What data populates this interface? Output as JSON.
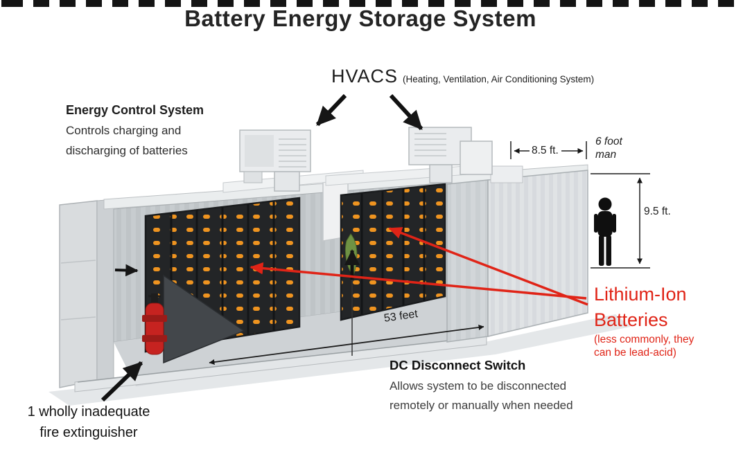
{
  "title": "Battery Energy Storage System",
  "hvacs": {
    "label": "HVACS",
    "sub": "(Heating, Ventilation, Air Conditioning System)"
  },
  "energy_control": {
    "title": "Energy Control System",
    "line1": "Controls charging and",
    "line2": "discharging of batteries"
  },
  "dimensions": {
    "end_width": "8.5 ft.",
    "height": "9.5 ft.",
    "length": "53 feet",
    "man_line1": "6 foot",
    "man_line2": "man"
  },
  "lithium": {
    "line1": "Lithium-Ion",
    "line2": "Batteries",
    "note1": "(less commonly, they",
    "note2": "can be lead-acid)"
  },
  "dc_switch": {
    "title": "DC Disconnect Switch",
    "line1": "Allows system to be disconnected",
    "line2": "remotely or manually when needed"
  },
  "fire_extinguisher": {
    "line1": "1 wholly inadequate",
    "line2": "fire extinguisher"
  },
  "colors": {
    "accent_red": "#e02417",
    "battery_orange": "#ef9420",
    "ink": "#1c1c1c"
  }
}
